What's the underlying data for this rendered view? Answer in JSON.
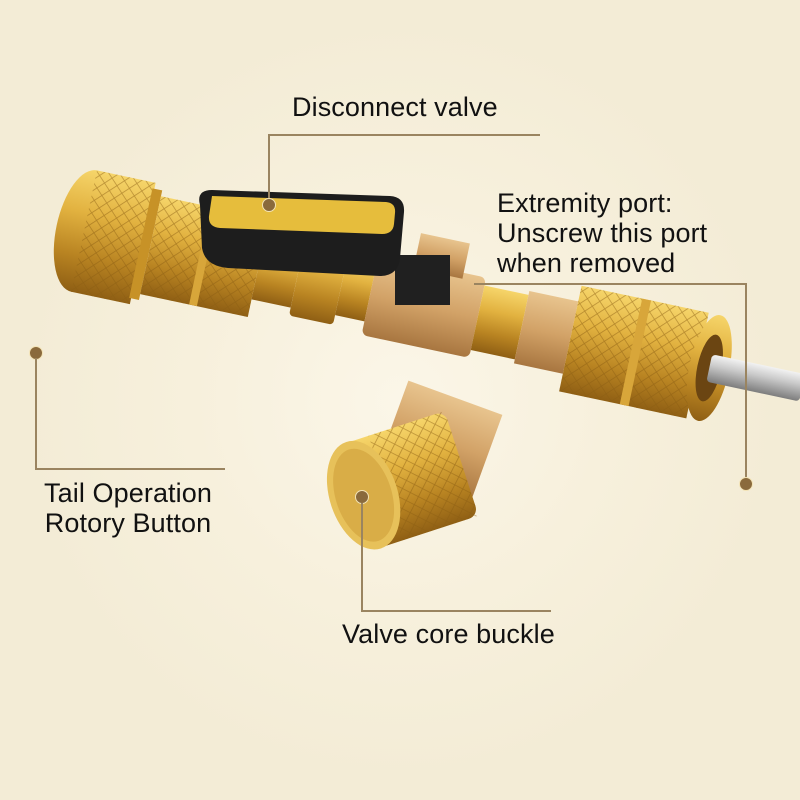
{
  "figure": {
    "subject": "Brass refrigerant valve core remover tool with disconnect ball valve",
    "background_color": "#f5eeda",
    "callout_color": "#9a8460",
    "callout_dot_color": "#8a6a3c",
    "brass_color": "#d9a93a",
    "handle_color": "#1d1d1d",
    "handle_inlay_color": "#e6bd3c"
  },
  "callouts": {
    "disconnect_valve": {
      "text": "Disconnect valve"
    },
    "extremity_port": {
      "lines": [
        "Extremity port:",
        "Unscrew this port",
        "when removed"
      ]
    },
    "tail_operation": {
      "lines": [
        "Tail Operation",
        "Rotory Button"
      ]
    },
    "valve_core_buckle": {
      "text": "Valve core buckle"
    }
  }
}
